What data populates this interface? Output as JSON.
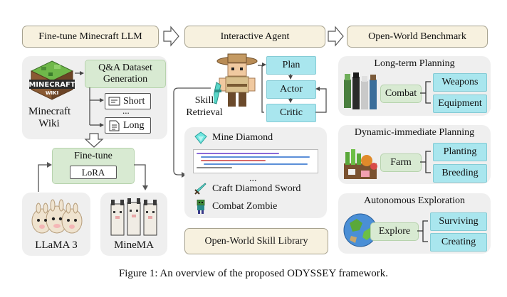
{
  "header": {
    "stage1": "Fine-tune Minecraft LLM",
    "stage2": "Interactive Agent",
    "stage3": "Open-World Benchmark"
  },
  "left": {
    "wiki_label": "Minecraft\nWiki",
    "logo_text": "MINECRAFT",
    "logo_sub": "WIKI",
    "qa_label": "Q&A Dataset\nGeneration",
    "short": "Short",
    "long": "Long",
    "dots": "...",
    "finetune": "Fine-tune",
    "lora": "LoRA",
    "llama": "LLaMA 3",
    "minema": "MineMA"
  },
  "middle": {
    "skill_retrieval": "Skill\nRetrieval",
    "plan": "Plan",
    "actor": "Actor",
    "critic": "Critic",
    "skills": [
      "Mine Diamond",
      "Craft Diamond Sword",
      "Combat Zombie"
    ],
    "dots": "...",
    "library_label": "Open-World Skill Library"
  },
  "right": {
    "sections": [
      {
        "title": "Long-term Planning",
        "center": "Combat",
        "items": [
          "Weapons",
          "Equipment"
        ]
      },
      {
        "title": "Dynamic-immediate Planning",
        "center": "Farm",
        "items": [
          "Planting",
          "Breeding"
        ]
      },
      {
        "title": "Autonomous Exploration",
        "center": "Explore",
        "items": [
          "Surviving",
          "Creating"
        ]
      }
    ]
  },
  "caption": "Figure 1: An overview of the proposed ODYSSEY framework."
}
